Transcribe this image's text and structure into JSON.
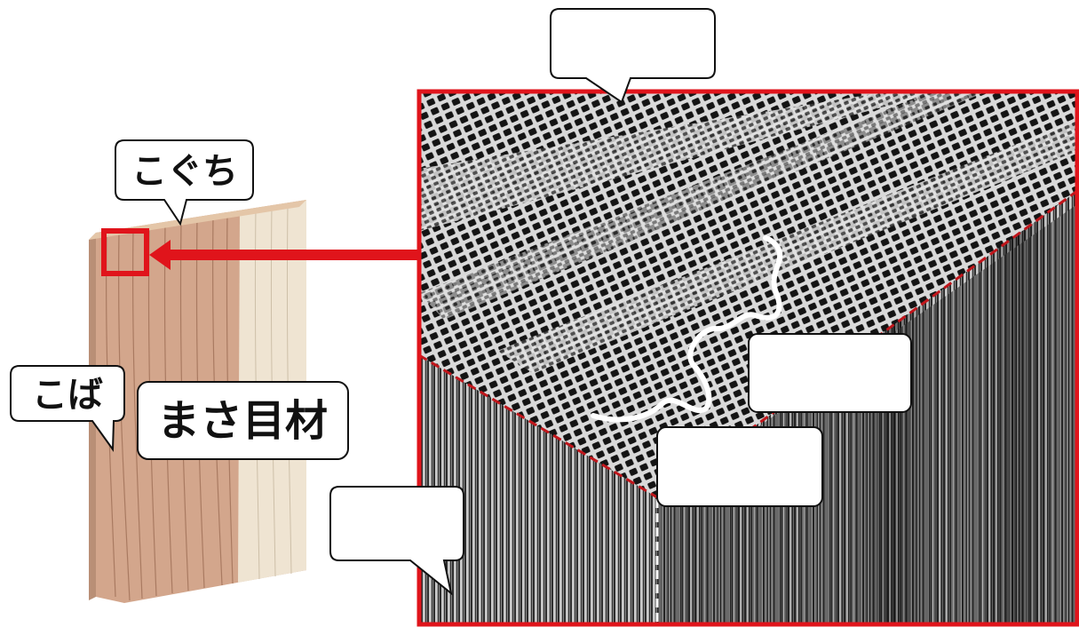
{
  "diagram": {
    "callouts": {
      "end_face": "こぐち",
      "edge_face": "こば",
      "board_type": "まさ目材",
      "micrograph_top": "",
      "micrograph_right_upper": "",
      "micrograph_right_lower": "",
      "micrograph_bottom_left": ""
    }
  },
  "colors": {
    "highlight_red": "#e0141b",
    "wood_heart": "#d4a58c",
    "wood_sap": "#efe4d2",
    "micrograph_dark": "#151515",
    "micrograph_light": "#d8d8d8"
  }
}
